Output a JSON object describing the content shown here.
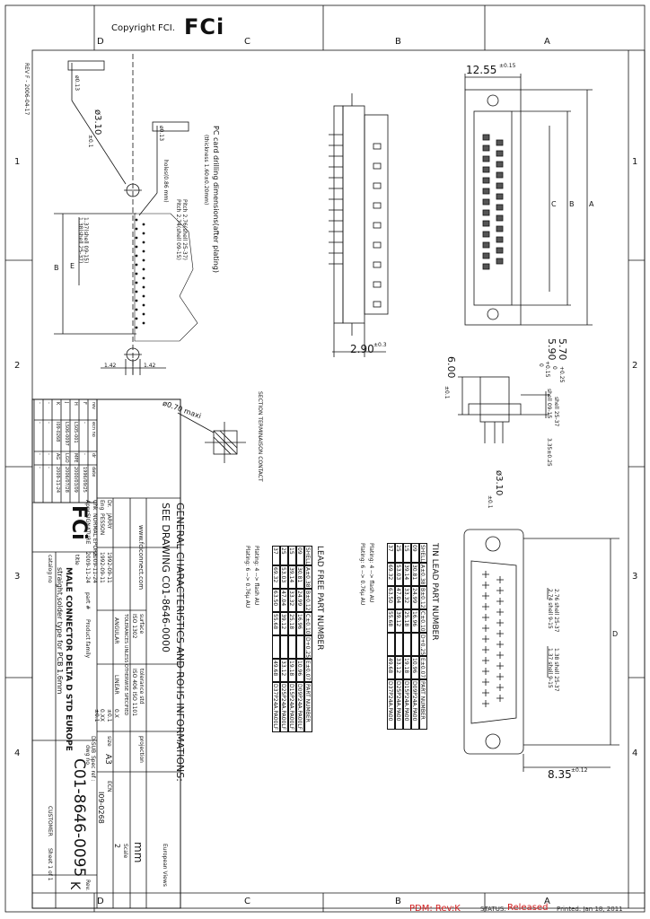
{
  "header": {
    "copyright": "Copyright FCI.",
    "logo": "FCi"
  },
  "grid": {
    "top_letters": [
      "D",
      "C",
      "B",
      "A"
    ],
    "bottom_letters": [
      "D",
      "C",
      "B",
      "A"
    ],
    "side_numbers": [
      "1",
      "2",
      "3",
      "4"
    ]
  },
  "revision_margin": "REV F - 2006-04-17",
  "dims": {
    "d12_55": "12.55",
    "d12_55_tol": "±0.15",
    "d2_90": "2.90",
    "d2_90_tol": "±0.3",
    "d8_35": "8.35",
    "d8_35_tol": "±0.12",
    "d6_00": "6.00",
    "d6_00_tol": "±0.1",
    "d5_70": "5.70",
    "d5_70_tol_a": "+0.25",
    "d5_70_tol_b": "0",
    "d5_90": "5.90",
    "d5_90_tol_a": "+0.15",
    "d5_90_tol_b": "0",
    "shell_25_37": "shell 25-37",
    "shell_09_15": "shell 09-15",
    "d3_35": "3.35±0.25",
    "d3_10": "ø3.10",
    "d3_10_tol": "±0.1",
    "d0_13": "ø0.13",
    "d1_42": "1.42",
    "d0_70": "ø0.70 maxi",
    "label_A": "A",
    "label_B": "B",
    "label_C": "C",
    "label_D": "D",
    "label_E": "E"
  },
  "pc_card": {
    "title": "PC card drilling dimensions(after plating)",
    "thickness": "(thickness 1.60±0.20mm)",
    "pitch1": "Pitch 2.76(shell 25-37)",
    "pitch2": "Pitch 2.74(shell 09-15)",
    "hole": "holes(0.86 mm)",
    "pitch3": "1.37(shell 09-15)",
    "pitch4": "1.38(shell 25-37)"
  },
  "section_label": "SECTION TERMINAISON CONTACT",
  "front_pitch": {
    "a": "2.76 shell 25-37",
    "b": "2.74 shell 9-15",
    "c": "1.38 shell 25-37",
    "d": "1.37 shell 9-15"
  },
  "tin_table": {
    "title": "TIN LEAD PART NUMBER",
    "headers": [
      "SHELL",
      "A±0.38",
      "B±0.12",
      "C±0.10",
      "D+0.25",
      "E±0.07",
      "PART NUMBER"
    ],
    "rows": [
      [
        "09",
        "30.81",
        "24.99",
        "16.96",
        "10.96",
        "D09P24A.PA00"
      ],
      [
        "15",
        "39.14",
        "33.32",
        "25.18",
        "19.18",
        "D15P24A.PA00"
      ],
      [
        "25",
        "53.03",
        "47.04",
        "39.12",
        "33.12",
        "D25P24A.PA00"
      ],
      [
        "37",
        "69.32",
        "63.50",
        "55.68",
        "49.68",
        "D37P24A.PA00"
      ]
    ],
    "plating1": "Plating: 4 --> flash AU",
    "plating2": "Plating: 6 --> 0.76µ AU"
  },
  "lead_table": {
    "title": "LEAD FREE PART NUMBER",
    "headers": [
      "SHELL",
      "A±0.38",
      "B±0.12",
      "C±0.10",
      "D+0.25",
      "E±0.07",
      "PART NUMBER"
    ],
    "rows": [
      [
        "09",
        "30.81",
        "24.99",
        "16.96",
        "10.96",
        "D09P24A.PA00LF"
      ],
      [
        "15",
        "39.14",
        "33.32",
        "25.18",
        "19.18",
        "D15P24A.PA00LF"
      ],
      [
        "25",
        "53.03",
        "47.04",
        "39.12",
        "33.12",
        "D25P24A.PA00LF"
      ],
      [
        "37",
        "69.32",
        "63.50",
        "55.68",
        "49.68",
        "D37P24A.PA00LF"
      ]
    ],
    "plating1": "Plating: 4 --> flash AU",
    "plating2": "Plating: 6 --> 0.76µ AU"
  },
  "general": {
    "line1": "GENERAL CHARACTERISTICS AND ROHS INFORMATIONS:",
    "line2": "SEE DRAWING C01-8646-0000"
  },
  "revisions": {
    "headers": [
      "rev",
      "ecn no",
      "dr",
      "date"
    ],
    "rows": [
      [
        "F",
        "-",
        "-",
        "1996/09/25"
      ],
      [
        "H",
        "LS05-001",
        "MPE",
        "2000/03/09"
      ],
      [
        "J",
        "LS06-0097",
        "LGO",
        "2006/07/28"
      ],
      [
        "K",
        "I09-0268",
        "AG",
        "2009-11-24"
      ],
      [
        "-",
        "-",
        "-",
        "-"
      ],
      [
        "-",
        "-",
        "-",
        "-"
      ]
    ]
  },
  "title_block": {
    "website": "www.fciconnect.com",
    "drawn_label": "Dr.",
    "drawn_name": "JARRY",
    "drawn_date": "1992-09-11",
    "eng_label": "Eng",
    "eng_name": "PESSON",
    "eng_date": "1992-09-11",
    "chk_label": "Chk",
    "chk_name": "NORMAL EPORE",
    "chk_date": "2009-11-24",
    "appr_label": "Appr",
    "appr_name": "SIGNATURE",
    "appr_date": "2009-11-24",
    "part_label": "part #",
    "product_family": "Product family",
    "surface": "surface",
    "iso1302": "ISO 1302",
    "tolerance_std": "tolerance std",
    "iso_std": "ISO 406 ISO 1101",
    "tol_unless": "TOLERANCES UNLESS OTHERWISE SPECIFIED",
    "angular": "ANGULAR",
    "linear": "LINEAR",
    "tol_rows": [
      [
        "0.X",
        "±0.1"
      ],
      [
        "0.XX",
        "±0.1"
      ]
    ],
    "projection": "projection",
    "size_label": "size",
    "size": "A3",
    "ecn_label": "ECN",
    "ecn": "I09-0268",
    "scale_label": "Scale",
    "scale": "2",
    "unit": "mm",
    "dsub": "D-SUB",
    "spec_ref": "Spec ref :",
    "title_label": "title",
    "title1": "MALE CONNECTOR DELTA D STD EUROPE",
    "title2": "straight,solder type for PCB 1.6mm",
    "catalog_label": "catalog no",
    "dwg_label": "dwg no",
    "dwg": "C01-8646-0095",
    "customer": "CUSTOMER",
    "sheet": "Sheet 1 of 1",
    "rev_label": "Rev.",
    "rev": "K",
    "european_views": "European Views"
  },
  "footer": {
    "pdm": "PDM: Rev:K",
    "status_label": "STATUS:",
    "status": "Released",
    "printed": "Printed: Jan 18, 2011"
  }
}
